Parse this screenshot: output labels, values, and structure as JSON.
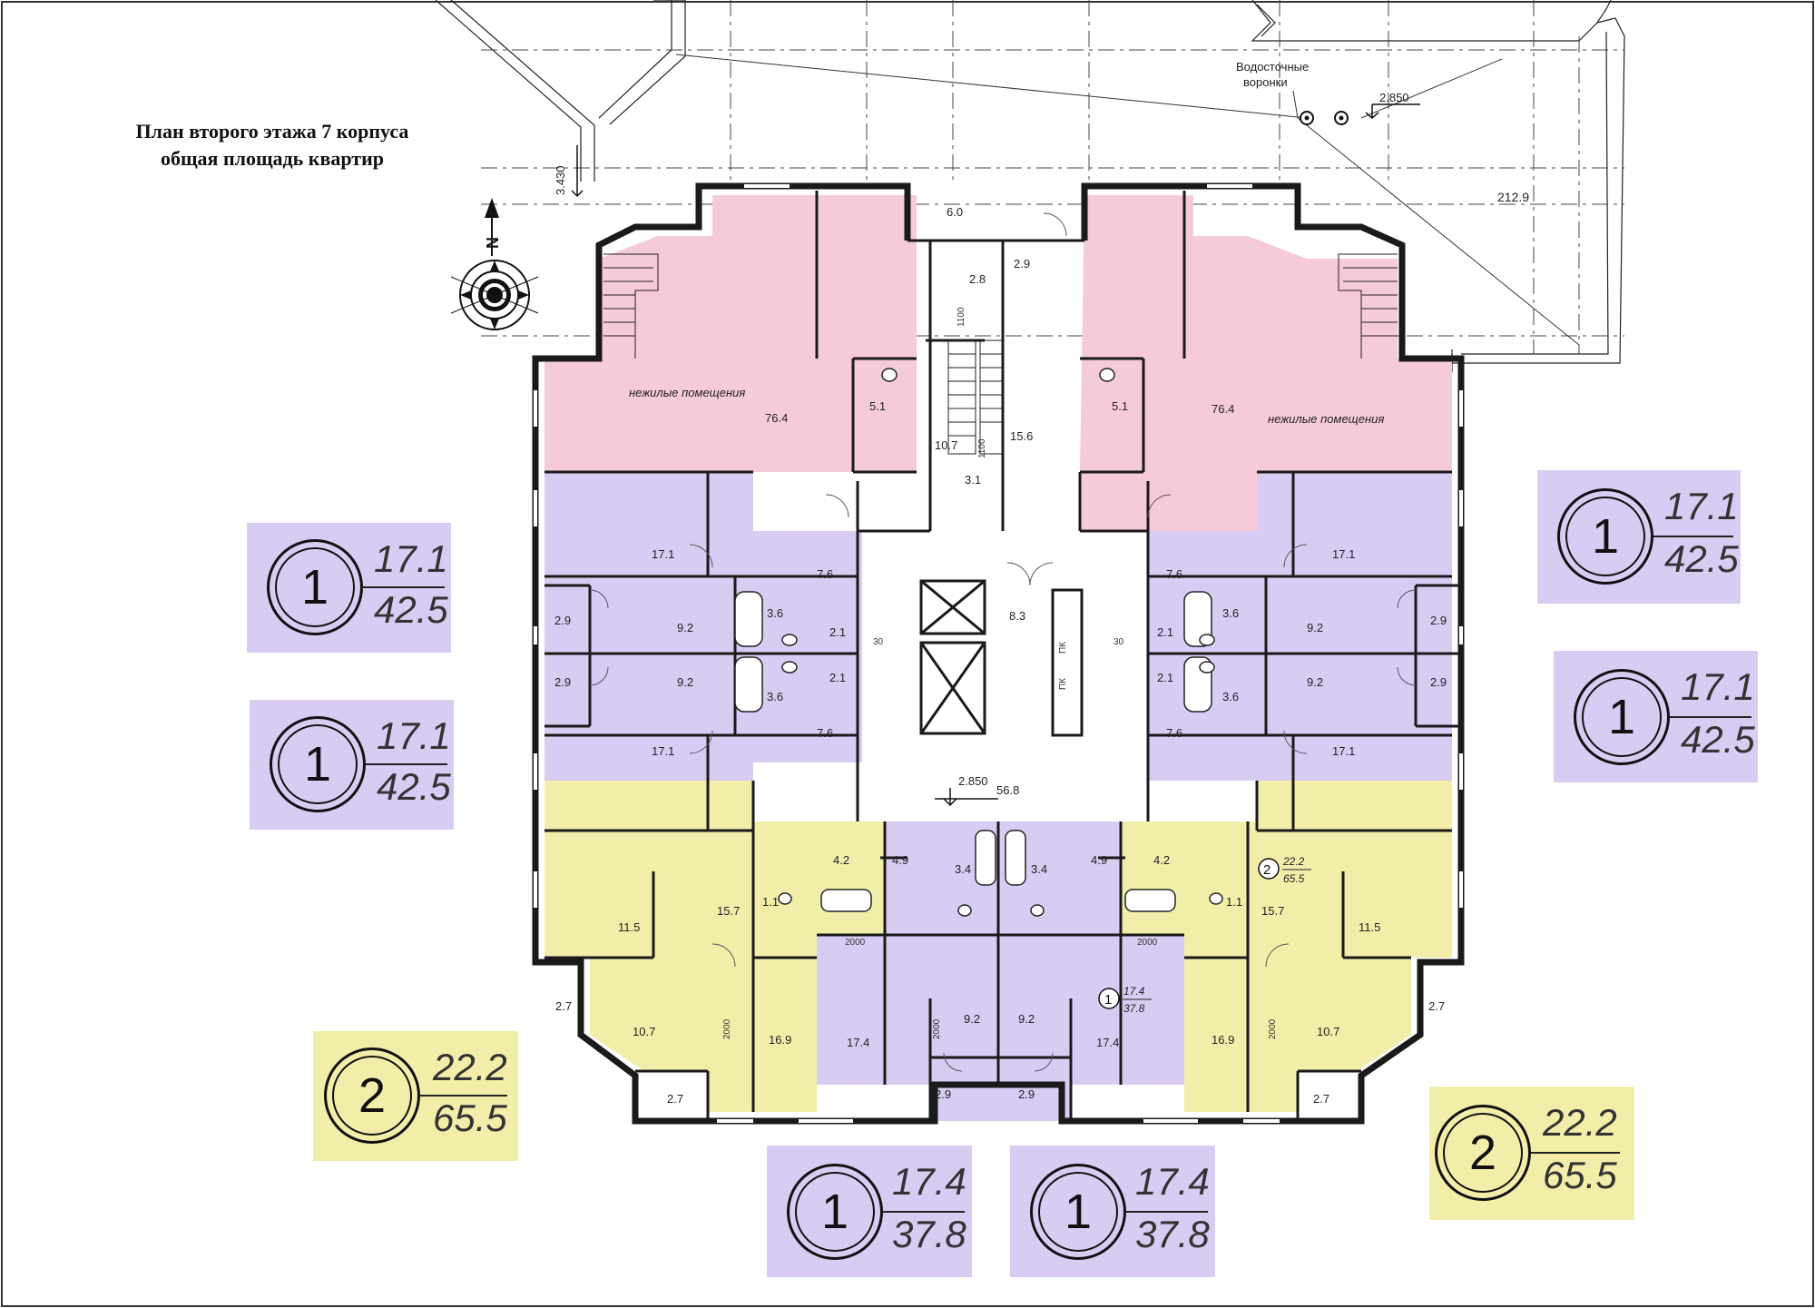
{
  "title": {
    "line1": "План второго этажа 7 корпуса",
    "line2": "общая площадь квартир"
  },
  "colors": {
    "nonresidential": "#f5cbd9",
    "one_room": "#d9ccf2",
    "two_room": "#f2eeaa",
    "walls": "#1a1a1a",
    "background": "#ffffff"
  },
  "roof": {
    "funnels_label_line1": "Водосточные",
    "funnels_label_line2": "воронки",
    "mark_top": "2.850",
    "mark_left": "3.430",
    "roof_area": "212.9"
  },
  "compass": {
    "north": "N"
  },
  "rooms": {
    "nonres_left_label": "нежилые помещения",
    "nonres_right_label": "нежилые помещения",
    "nonres_area": "76.4",
    "wc": "5.1",
    "stair_top": "6.0",
    "vest1": "2.8",
    "vest2": "2.9",
    "stair_area": "10.7",
    "stair_dim1": "1100",
    "stair_dim2": "1100",
    "corridor_top": "15.6",
    "small_room": "3.1",
    "dim30": "30",
    "elev_hall": "8.3",
    "hall": "56.8",
    "hall_mark": "2.850",
    "r17_1": "17.1",
    "r7_6": "7.6",
    "r3_6": "3.6",
    "r9_2": "9.2",
    "r2_1": "2.1",
    "r2_9": "2.9",
    "r4_9": "4.9",
    "r3_4": "3.4",
    "r4_2": "4.2",
    "r1_1": "1.1",
    "r15_7": "15.7",
    "r11_5": "11.5",
    "r2_7": "2.7",
    "r10_7": "10.7",
    "r16_9": "16.9",
    "r17_4": "17.4",
    "dim2000": "2000",
    "pk": "ПК"
  },
  "small_badges": {
    "right_two": {
      "type": "2",
      "living": "22.2",
      "total": "65.5"
    },
    "center_one": {
      "type": "1",
      "living": "17.4",
      "total": "37.8"
    }
  },
  "apartment_labels": [
    {
      "id": "left-top",
      "type": "1",
      "living": "17.1",
      "total": "42.5",
      "color": "#d9ccf2"
    },
    {
      "id": "left-mid",
      "type": "1",
      "living": "17.1",
      "total": "42.5",
      "color": "#d9ccf2"
    },
    {
      "id": "left-bottom",
      "type": "2",
      "living": "22.2",
      "total": "65.5",
      "color": "#f2eeaa"
    },
    {
      "id": "bottom-left",
      "type": "1",
      "living": "17.4",
      "total": "37.8",
      "color": "#d9ccf2"
    },
    {
      "id": "bottom-right",
      "type": "1",
      "living": "17.4",
      "total": "37.8",
      "color": "#d9ccf2"
    },
    {
      "id": "right-bottom",
      "type": "2",
      "living": "22.2",
      "total": "65.5",
      "color": "#f2eeaa"
    },
    {
      "id": "right-top",
      "type": "1",
      "living": "17.1",
      "total": "42.5",
      "color": "#d9ccf2"
    },
    {
      "id": "right-mid",
      "type": "1",
      "living": "17.1",
      "total": "42.5",
      "color": "#d9ccf2"
    }
  ]
}
